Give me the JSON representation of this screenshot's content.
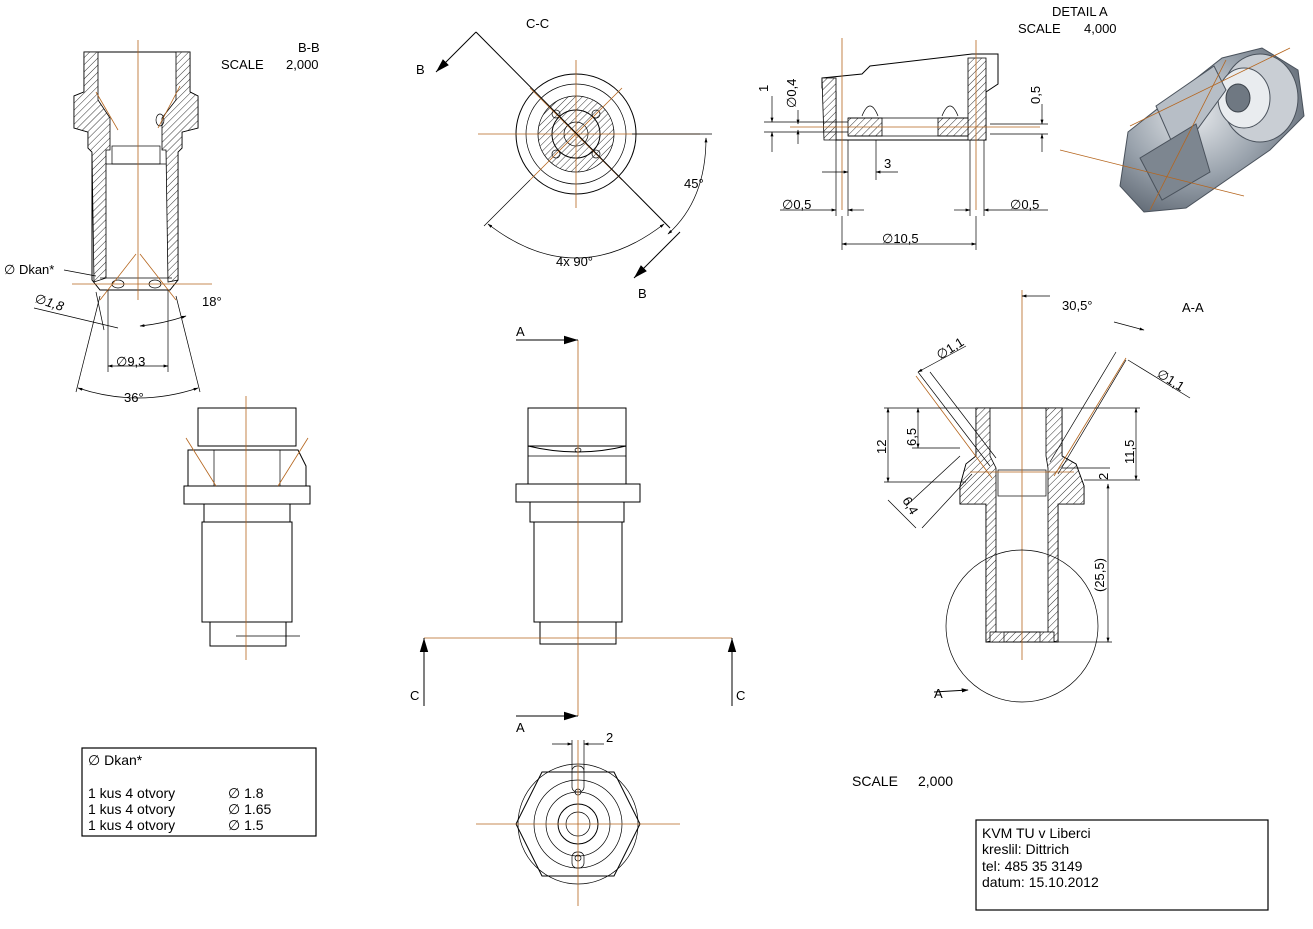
{
  "views": {
    "bb": {
      "title": "B-B",
      "scale_label": "SCALE",
      "scale_value": "2,000"
    },
    "cc": {
      "title": "C-C"
    },
    "detail": {
      "title": "DETAIL  A",
      "scale_label": "SCALE",
      "scale_value": "4,000"
    },
    "aa": {
      "title": "A-A"
    },
    "sheet_scale": {
      "label": "SCALE",
      "value": "2,000"
    }
  },
  "section_markers": {
    "b_top": "B",
    "b_bottom": "B",
    "a_top": "A",
    "a_bottom": "A",
    "c_left": "C",
    "c_right": "C",
    "detail_a": "A"
  },
  "dimensions": {
    "dkan": "Dkan*",
    "d18": "1,8",
    "ang18": "18°",
    "d93": "9,3",
    "ang36": "36°",
    "ang45": "45°",
    "ang4x90": "4x 90°",
    "det_1": "1",
    "det_d04": "0,4",
    "det_05_right": "0,5",
    "det_3": "3",
    "det_d05_left": "0,5",
    "det_d05_right": "0,5",
    "det_d105": "10,5",
    "aa_305": "30,5°",
    "aa_d11_left": "1,1",
    "aa_d11_right": "1,1",
    "aa_12": "12",
    "aa_65": "6,5",
    "aa_115": "11,5",
    "aa_2": "2",
    "aa_64": "6,4",
    "aa_255": "(25,5)",
    "bottom_2": "2"
  },
  "hole_table": {
    "header": "Dkan*",
    "rows": [
      {
        "label": "1 kus 4 otvory",
        "value": "1.8"
      },
      {
        "label": "1 kus 4 otvory",
        "value": "1.65"
      },
      {
        "label": "1 kus 4 otvory",
        "value": "1.5"
      }
    ]
  },
  "title_block": {
    "line1": "KVM TU v Liberci",
    "line2": "kreslil: Dittrich",
    "line3": "tel: 485 35 3149",
    "line4": "datum: 15.10.2012"
  },
  "colors": {
    "centerline": "#b5651d",
    "line": "#000000",
    "render": "#9aa3ad"
  }
}
